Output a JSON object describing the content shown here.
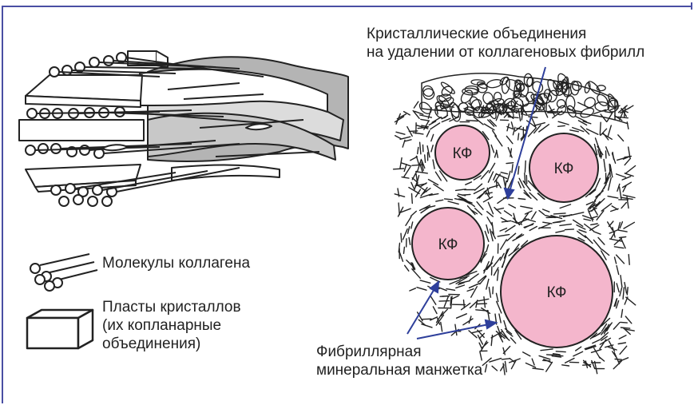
{
  "colors": {
    "frame": "#4a4ea3",
    "fibril_fill": "#f4b6cc",
    "arrow": "#2e3f9b",
    "ink": "#222222",
    "plate_gray": "#b4b4b4"
  },
  "labels": {
    "crystal_associations": [
      "Кристаллические объединения",
      "на удалении от коллагеновых фибрилл"
    ],
    "fibrillar_cuff": [
      "Фибриллярная",
      "минеральная манжетка"
    ],
    "fibril": "КФ"
  },
  "legend": {
    "collagen": "Молекулы коллагена",
    "plates": [
      "Пласты кристаллов",
      "(их копланарные",
      "объединения)"
    ]
  },
  "icons": [
    "collagen-molecules-icon",
    "crystal-plate-icon"
  ]
}
